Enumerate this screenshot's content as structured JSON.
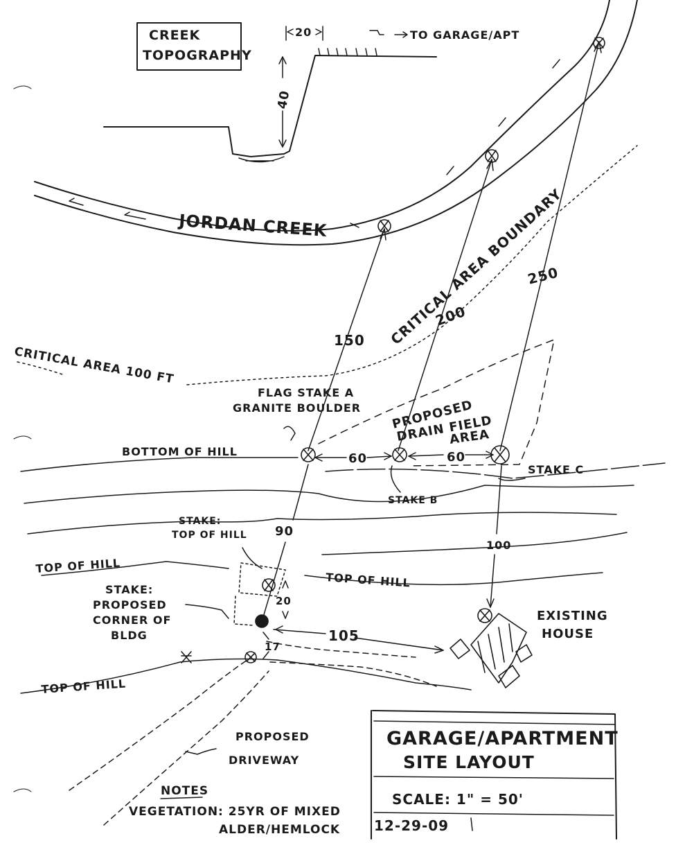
{
  "creek_section": {
    "title_lines": [
      "CREEK",
      "TOPOGRAPHY"
    ],
    "width_dim": "20",
    "depth_dim": "40",
    "direction_note": "TO GARAGE/APT"
  },
  "creek": {
    "name": "JORDAN CREEK"
  },
  "critical_area": {
    "boundary_label": "CRITICAL AREA BOUNDARY",
    "setback_label": "CRITICAL AREA 100 FT"
  },
  "hill_labels": {
    "bottom": "BOTTOM OF HILL",
    "top_left": "TOP OF HILL",
    "top_center": "TOP OF HILL",
    "top_lower": "TOP OF HILL"
  },
  "stakes": {
    "flag_stake_a": [
      "FLAG STAKE A",
      "GRANITE BOULDER"
    ],
    "stake_b": "STAKE B",
    "stake_c": "STAKE C",
    "stake_top_of_hill": [
      "STAKE:",
      "TOP OF HILL"
    ],
    "stake_corner": [
      "STAKE:",
      "PROPOSED",
      "CORNER OF",
      "BLDG"
    ]
  },
  "drain_field": [
    "PROPOSED",
    "DRAIN FIELD",
    "AREA"
  ],
  "house": [
    "EXISTING",
    "HOUSE"
  ],
  "driveway": [
    "PROPOSED",
    "DRIVEWAY"
  ],
  "dimensions": {
    "a_to_creek": "150",
    "b_to_creek": "200",
    "c_to_creek": "250",
    "a_to_b": "60",
    "b_to_c": "60",
    "c_to_house": "100",
    "a_to_corner": "90",
    "hill_to_corner": "20",
    "corner_to_house": "105",
    "corner_to_hill": "17"
  },
  "notes": {
    "heading": "NOTES",
    "line1": "VEGETATION: 25YR OF MIXED",
    "line2": "ALDER/HEMLOCK"
  },
  "title_block": {
    "line1": "GARAGE/APARTMENT",
    "line2": "SITE LAYOUT",
    "scale": "SCALE: 1\" = 50'",
    "date": "12-29-09"
  }
}
